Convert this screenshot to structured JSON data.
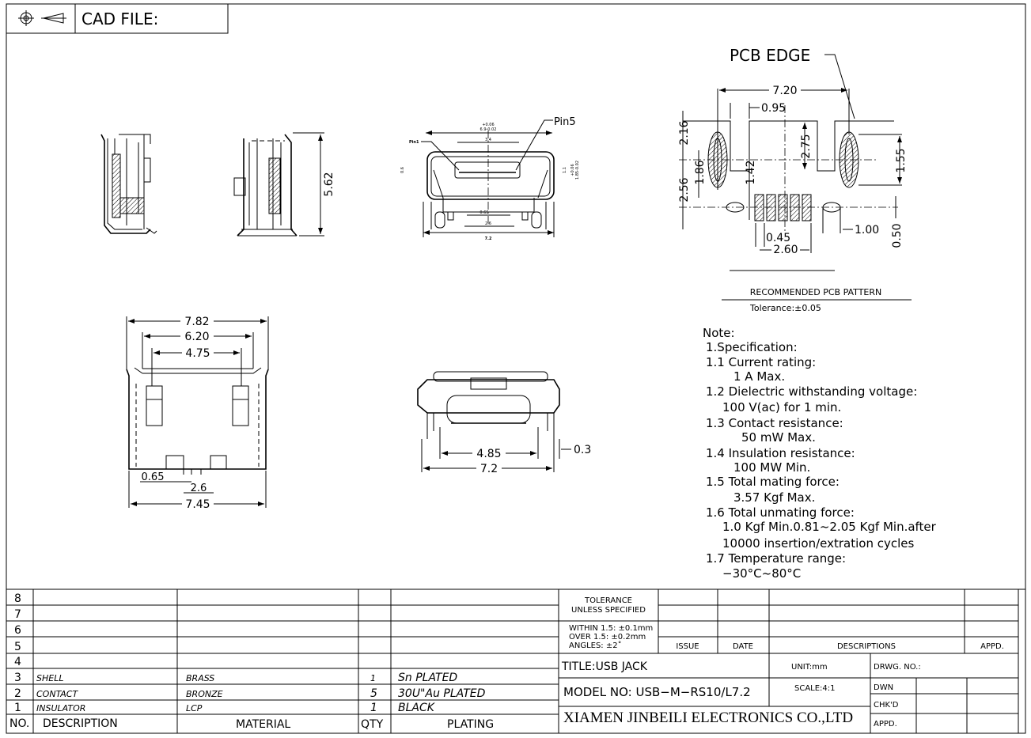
{
  "header": {
    "cad_label": "CAD FILE:",
    "projection_icon": "first-angle-projection-icon"
  },
  "side_view": {
    "height_dim": "5.62"
  },
  "front_view": {
    "pin1": "Pin1",
    "pin5": "Pin5",
    "width_tol": "+0.06",
    "width_dim": "6.9-0.02",
    "inner_width": "3.4",
    "left_h": "0.6",
    "right_h": "1.1",
    "right_tol": "+0.06",
    "right_dim": "1.85-0.02",
    "pitch": "0.65",
    "span": "2.6",
    "overall": "7.2"
  },
  "pcb": {
    "edge_label": "PCB EDGE",
    "d_720": "7.20",
    "d_095": "0.95",
    "d_216": "2.16",
    "d_256": "2.56",
    "d_186": "1.86",
    "d_142": "1.42",
    "d_275": "2.75",
    "d_155": "1.55",
    "d_045": "0.45",
    "d_260": "2.60",
    "d_100": "1.00",
    "d_050": "0.50",
    "caption": "RECOMMENDED PCB PATTERN",
    "tolerance": "Tolerance:±0.05"
  },
  "bottom_view": {
    "d1": "7.82",
    "d2": "6.20",
    "d3": "4.75",
    "d4": "0.65",
    "d5": "2.6",
    "d6": "7.45"
  },
  "rear_view": {
    "d1": "4.85",
    "d2": "7.2",
    "d3": "0.3"
  },
  "notes": {
    "title": "Note:",
    "lines": [
      "1.Specification:",
      "1.1  Current  rating:",
      "1  A  Max.",
      "1.2  Dielectric  withstanding  voltage:",
      "100  V(ac)  for  1  min.",
      "1.3  Contact  resistance:",
      "50  mW  Max.",
      "1.4  Insulation  resistance:",
      "100  MW  Min.",
      "1.5  Total  mating  force:",
      "3.57  Kgf  Max.",
      "1.6  Total  unmating  force:",
      "1.0  Kgf  Min.0.81~2.05  Kgf  Min.after",
      "10000  insertion/extration  cycles",
      "1.7  Temperature  range:",
      "−30°C~80°C"
    ]
  },
  "bom": {
    "row_numbers": [
      "8",
      "7",
      "6",
      "5",
      "4"
    ],
    "rows": [
      {
        "no": "3",
        "description": "SHELL",
        "material": "BRASS",
        "qty": "1",
        "plating": "Sn  PLATED"
      },
      {
        "no": "2",
        "description": "CONTACT",
        "material": "BRONZE",
        "qty": "5",
        "plating": "30U\"Au  PLATED"
      },
      {
        "no": "1",
        "description": "INSULATOR",
        "material": "LCP",
        "qty": "1",
        "plating": "BLACK"
      }
    ],
    "headers": {
      "no": "NO.",
      "description": "DESCRIPTION",
      "material": "MATERIAL",
      "qty": "QTY",
      "plating": "PLATING"
    }
  },
  "title_block": {
    "tol_1": "TOLERANCE",
    "tol_2": "UNLESS  SPECIFIED",
    "within": "WITHIN  1.5: ±0.1mm",
    "over": "OVER  1.5:  ±0.2mm",
    "angles": "ANGLES: ±2˚",
    "issue": "ISSUE",
    "date": "DATE",
    "descriptions": "DESCRIPTIONS",
    "appd": "APPD.",
    "title": "TITLE:USB  JACK",
    "unit": "UNIT:mm",
    "drwg_no": "DRWG.  NO.:",
    "model": "MODEL  NO: USB−M−RS10/L7.2",
    "scale": "SCALE:4:1",
    "dwn": "DWN",
    "chkd": "CHK'D",
    "appd2": "APPD.",
    "company": "XIAMEN JINBEILI ELECTRONICS CO.,LTD"
  }
}
